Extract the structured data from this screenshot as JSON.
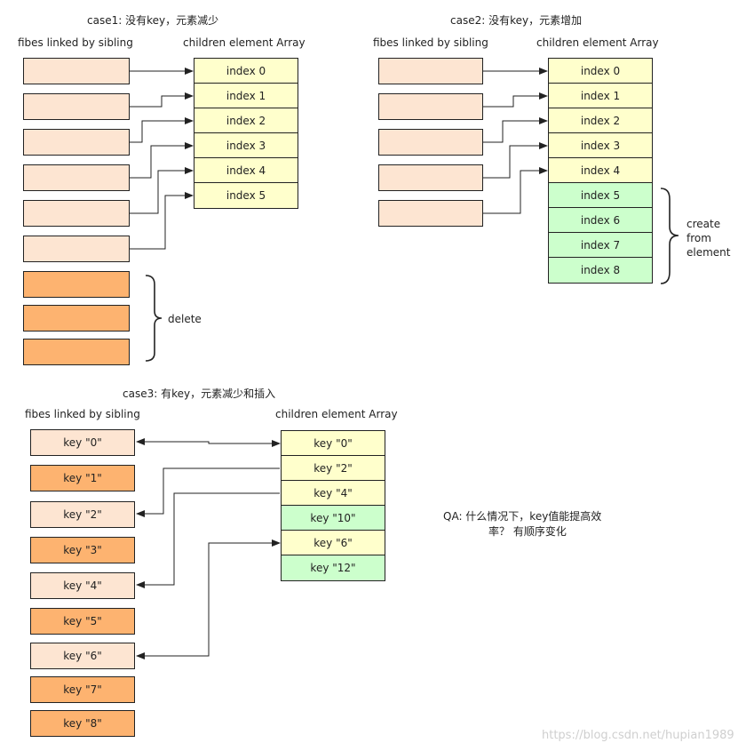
{
  "case1": {
    "title": "case1: 没有key，元素减少",
    "left_label": "fibes linked by sibling",
    "right_label": "children element Array",
    "array": [
      "index 0",
      "index 1",
      "index 2",
      "index 3",
      "index 4",
      "index 5"
    ],
    "delete_label": "delete"
  },
  "case2": {
    "title": "case2: 没有key，元素增加",
    "left_label": "fibes linked by sibling",
    "right_label": "children element Array",
    "array": [
      "index 0",
      "index 1",
      "index 2",
      "index 3",
      "index 4",
      "index 5",
      "index 6",
      "index 7",
      "index 8"
    ],
    "create_lines": [
      "create",
      "from",
      "element"
    ]
  },
  "case3": {
    "title": "case3: 有key，元素减少和插入",
    "left_label": "fibes linked by sibling",
    "right_label": "children element Array",
    "fibers": [
      "key \"0\"",
      "key \"1\"",
      "key \"2\"",
      "key \"3\"",
      "key \"4\"",
      "key \"5\"",
      "key \"6\"",
      "key \"7\"",
      "key \"8\""
    ],
    "array": [
      "key \"0\"",
      "key \"2\"",
      "key \"4\"",
      "key \"10\"",
      "key \"6\"",
      "key \"12\""
    ]
  },
  "qa": {
    "line1": "QA:    什么情况下，key值能提高效",
    "line2": "率？ 有顺序变化"
  },
  "watermark": "https://blog.csdn.net/hupian1989"
}
